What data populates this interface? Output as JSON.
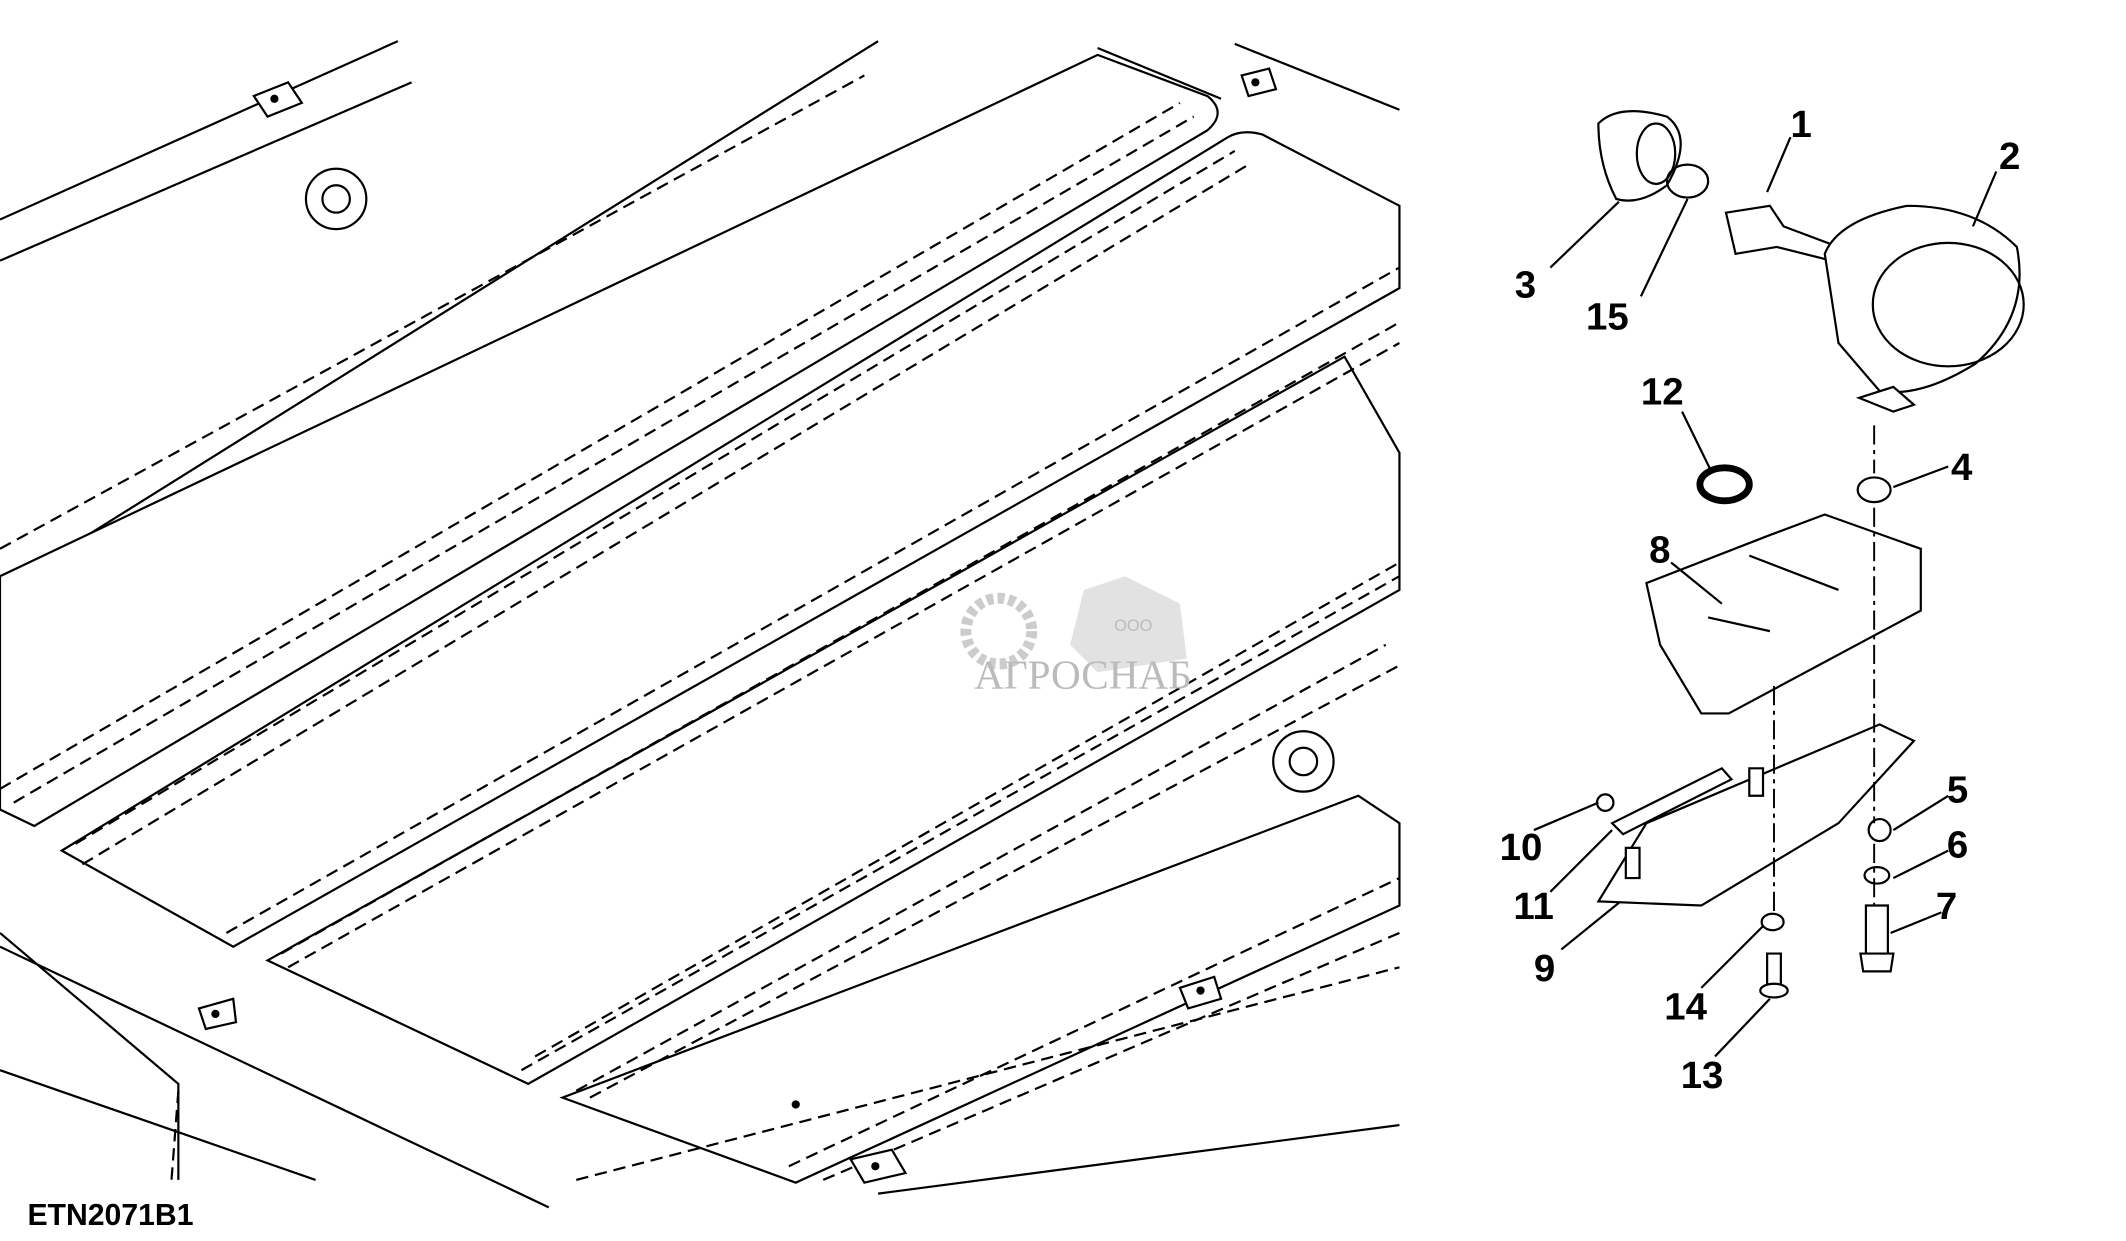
{
  "figure_code": "ETN2071B1",
  "watermark": {
    "prefix": "ООО",
    "name": "АГРОСНАБ"
  },
  "callouts": [
    "1",
    "2",
    "3",
    "4",
    "5",
    "6",
    "7",
    "8",
    "9",
    "10",
    "11",
    "12",
    "13",
    "14",
    "15"
  ]
}
